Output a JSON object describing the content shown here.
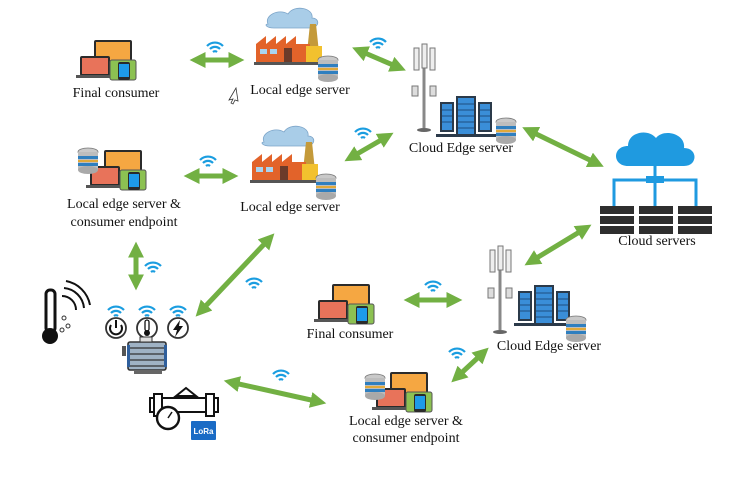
{
  "colors": {
    "arrow": "#72b043",
    "wifi": "#1a9de0",
    "orange": "#f5a742",
    "red_laptop": "#e8735a",
    "tablet_green": "#8cc152",
    "tablet_blue": "#1e9be9",
    "factory": "#e2632a",
    "server_blue": "#3a8ed8",
    "dark": "#2e2e2e",
    "cloud_blue": "#1f9ae0"
  },
  "nodes": {
    "final_consumer_top": {
      "label": "Final consumer",
      "icon": "devices-icon"
    },
    "local_edge_top": {
      "label": "Local edge server",
      "icon": "factory-icon"
    },
    "cloud_edge_top": {
      "label": "Cloud Edge server",
      "icon": "cell-tower-server-icon"
    },
    "local_edge_endpoint_left": {
      "label_line1": "Local edge server &",
      "label_line2": "consumer endpoint",
      "icon": "devices-database-icon"
    },
    "local_edge_mid": {
      "label": "Local edge server",
      "icon": "factory-icon"
    },
    "cloud_servers": {
      "label": "Cloud servers",
      "icon": "cloud-servers-icon"
    },
    "final_consumer_bottom": {
      "label": "Final consumer",
      "icon": "devices-icon"
    },
    "cloud_edge_bottom": {
      "label": "Cloud Edge server",
      "icon": "cell-tower-server-icon"
    },
    "local_edge_endpoint_bottom": {
      "label_line1": "Local edge server &",
      "label_line2": "consumer endpoint",
      "icon": "devices-database-icon"
    },
    "sensors": {
      "items": [
        "power-icon",
        "thermometer-icon",
        "lightning-icon"
      ],
      "extra": [
        "thermometer-humidity-icon",
        "motor-icon",
        "flow-meter-icon",
        "lora-badge"
      ]
    },
    "lora_text": "LoRa"
  }
}
